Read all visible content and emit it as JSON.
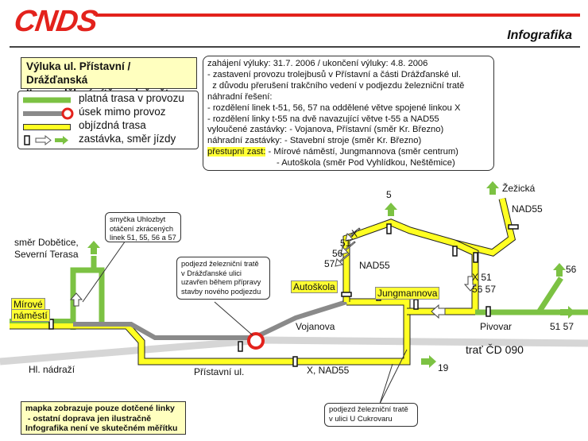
{
  "header": {
    "logo": "CNDS",
    "section": "Infografika"
  },
  "title": {
    "line1": "Výluka ul. Přístavní / Drážďanská",
    "line2": "II. - rozdělení sítě na dvě větve"
  },
  "legend": [
    {
      "label": "platná trasa v provozu",
      "icon": "green-line"
    },
    {
      "label": "úsek mimo provoz",
      "icon": "grey-line-red-ring"
    },
    {
      "label": "objízdná trasa",
      "icon": "yellow-line"
    },
    {
      "label": "zastávka, směr jízdy",
      "icon": "stop-arrows"
    }
  ],
  "info": {
    "dates": "zahájení výluky: 31.7. 2006 / ukončení výluky: 4.8. 2006",
    "lines": [
      "- zastavení provozu trolejbusů v Přístavní a části Drážďanské ul.",
      "  z důvodu přerušení trakčního vedení v podjezdu železniční tratě",
      "náhradní řešení:",
      "- rozdělení linek t-51, 56, 57 na oddělené větve spojené linkou X",
      "- rozdělení linky t-55 na dvě navazující větve t-55 a NAD55",
      "vyloučené zastávky: - Vojanova, Přístavní (směr Kr. Březno)",
      "náhradní zastávky: - Stavební stroje (směr Kr. Březno)"
    ],
    "transfer_label": "přestupní zast:",
    "transfer_1": " - Mírové náměstí, Jungmannova (směr centrum)",
    "transfer_2": "- Autoškola (směr Pod Vyhlídkou, Neštěmice)"
  },
  "map": {
    "places": {
      "dobetice": "směr Dobětice,",
      "terasa": "Severní Terasa",
      "mirove1": "Mírové",
      "mirove2": "náměstí",
      "hl_nadrazi": "Hl. nádraží",
      "pristavni": "Přístavní ul.",
      "vojanova": "Vojanova",
      "autoskola": "Autoškola",
      "jungmannova": "Jungmannova",
      "pivovar": "Pivovar",
      "trat": "trať ČD 090",
      "zezicka": "Žežická"
    },
    "lines": {
      "l5": "5",
      "x": "X",
      "l51": "51",
      "l56": "56",
      "l57": "57",
      "nad55": "NAD55",
      "nad55_top": "NAD55",
      "x51": "X  51",
      "l5657": "56 57",
      "l5157": "51  57",
      "r56": "56",
      "l19": "19",
      "xnad": "X, NAD55"
    },
    "callouts": {
      "smycka": [
        "smyčka Uhlozbyt",
        "otáčení zkrácených",
        "linek 51, 55, 56 a 57"
      ],
      "podjezd1": [
        "podjezd železniční tratě",
        "v Drážďanské ulici",
        "uzavřen během přípravy",
        "stavby nového podjezdu"
      ],
      "podjezd2": [
        "podjezd železniční tratě",
        "v ulici U Cukrovaru"
      ]
    },
    "footnote": [
      "mapka zobrazuje pouze dotčené linky",
      " - ostatní doprava jen ilustračně",
      "Infografika není ve skutečném měřítku"
    ]
  },
  "colors": {
    "green": "#7cc243",
    "yellow": "#ffff22",
    "grey": "#8a8a8a",
    "red": "#e3221c",
    "rail": "#d6d6d6"
  }
}
